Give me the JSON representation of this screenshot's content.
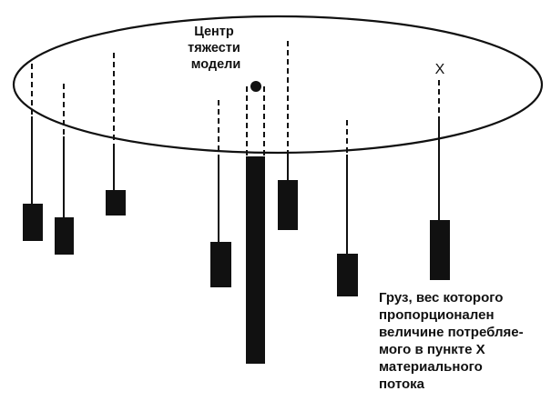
{
  "diagram": {
    "center_label": [
      "Центр",
      "тяжести",
      "модели"
    ],
    "point_label": "X",
    "note_label": [
      "Груз, вес которого",
      "пропорционален",
      "величине потребляе-",
      "мого в пункте X",
      "материального",
      "потока"
    ]
  },
  "colors": {
    "ink": "#111111",
    "background": "#ffffff"
  }
}
